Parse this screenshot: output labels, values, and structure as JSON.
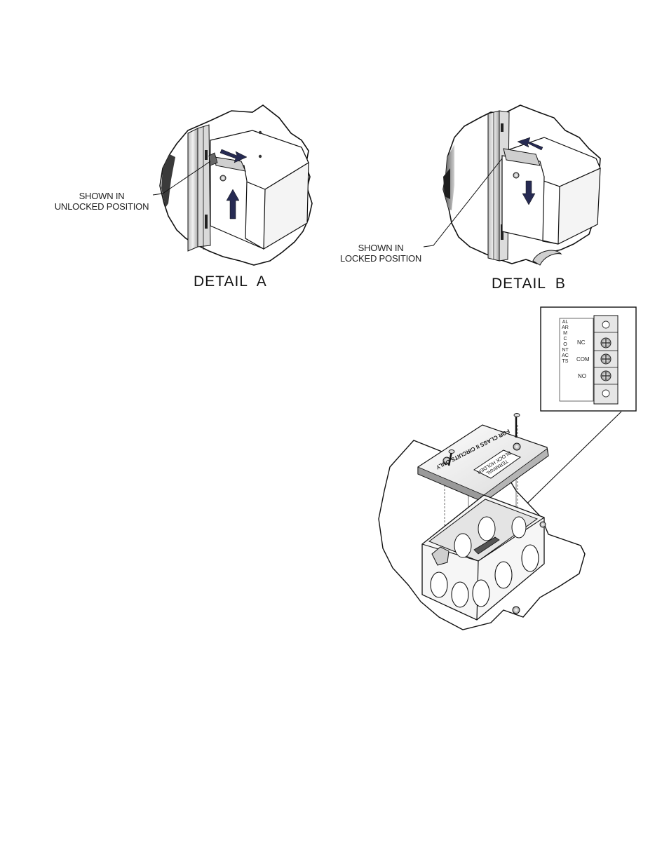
{
  "detail_a": {
    "title": "DETAIL  A",
    "callout_line1": "SHOWN IN",
    "callout_line2": "UNLOCKED POSITION"
  },
  "detail_b": {
    "title": "DETAIL  B",
    "callout_line1": "SHOWN IN",
    "callout_line2": "LOCKED POSITION"
  },
  "terminal_inset": {
    "vertical_label": "ALARM CONTACTS",
    "terminals": [
      "NC",
      "COM",
      "NO"
    ]
  },
  "cover_plate": {
    "main_text": "FOR CLASS II CIRCUITS ONLY",
    "secondary_text": "TERMINAL BLOCK HOLDER"
  },
  "colors": {
    "arrow": "#262a52",
    "line": "#111111"
  }
}
